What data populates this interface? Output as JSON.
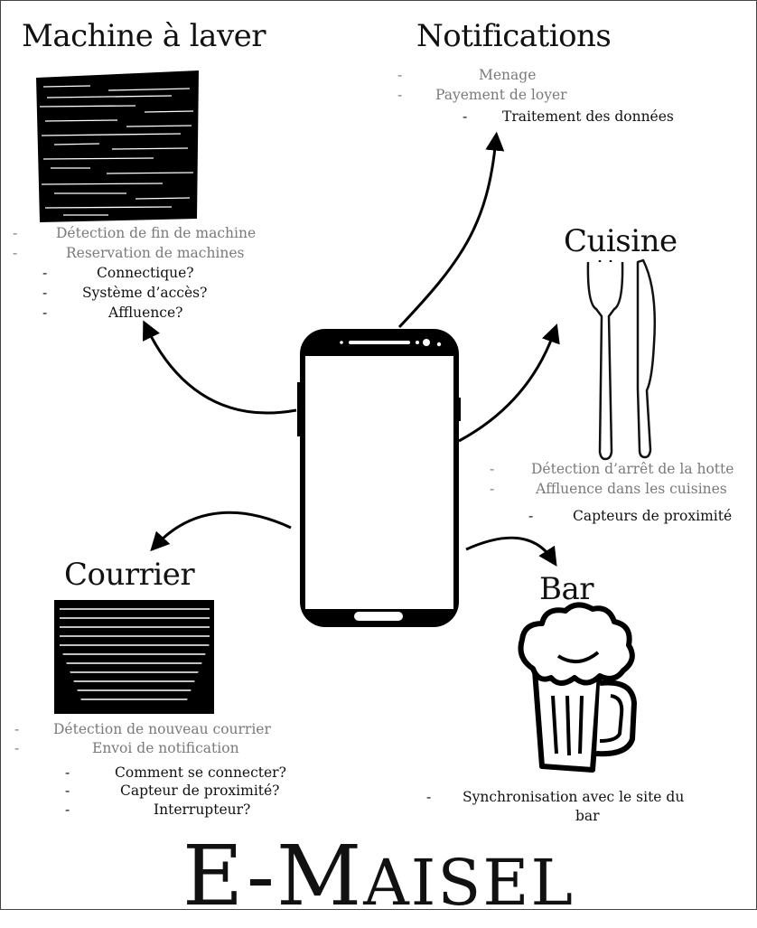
{
  "sections": {
    "machine": {
      "title": "Machine à laver",
      "items": [
        "Détection de fin de machine",
        "Reservation de machines"
      ],
      "questions": [
        "Connectique?",
        "Système d’accès?",
        "Affluence?"
      ]
    },
    "notifications": {
      "title": "Notifications",
      "items": [
        "Menage",
        "Payement de loyer"
      ],
      "questions": [
        "Traitement des données"
      ]
    },
    "cuisine": {
      "title": "Cuisine",
      "items": [
        "Détection d’arrêt de la hotte",
        "Affluence dans les cuisines"
      ],
      "questions": [
        "Capteurs de proximité"
      ]
    },
    "courrier": {
      "title": "Courrier",
      "items": [
        "Détection de nouveau courrier",
        "Envoi de notification"
      ],
      "questions": [
        "Comment se connecter?",
        "Capteur de proximité?",
        "Interrupteur?"
      ]
    },
    "bar": {
      "title": "Bar",
      "questions_line1": "Synchronisation avec le site du",
      "questions_line2": "bar"
    }
  },
  "brand": {
    "first": "E-M",
    "rest": "AISEL"
  },
  "icons": [
    "washing-machine-icon",
    "bell-notification-icon",
    "fork-knife-icon",
    "mailbox-icon",
    "beer-mug-icon",
    "smartphone-icon"
  ],
  "colors": {
    "ink": "#111111",
    "muted": "#7a7a7a"
  }
}
